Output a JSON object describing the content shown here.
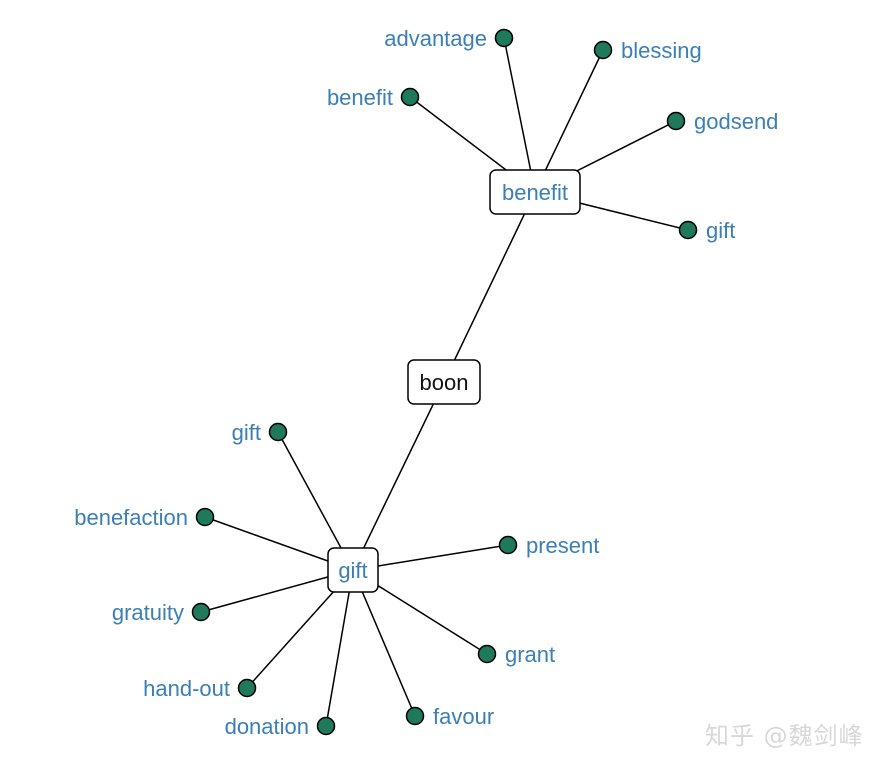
{
  "root": {
    "label": "boon"
  },
  "senses": [
    {
      "label": "benefit",
      "leaves": [
        "advantage",
        "blessing",
        "benefit",
        "godsend",
        "gift"
      ]
    },
    {
      "label": "gift",
      "leaves": [
        "gift",
        "benefaction",
        "present",
        "gratuity",
        "grant",
        "hand-out",
        "donation",
        "favour"
      ]
    }
  ],
  "watermark": "知乎 @魏剑峰",
  "colors": {
    "label": "#3a7fb5",
    "dot": "#1e7a5a",
    "edge": "#000000"
  }
}
